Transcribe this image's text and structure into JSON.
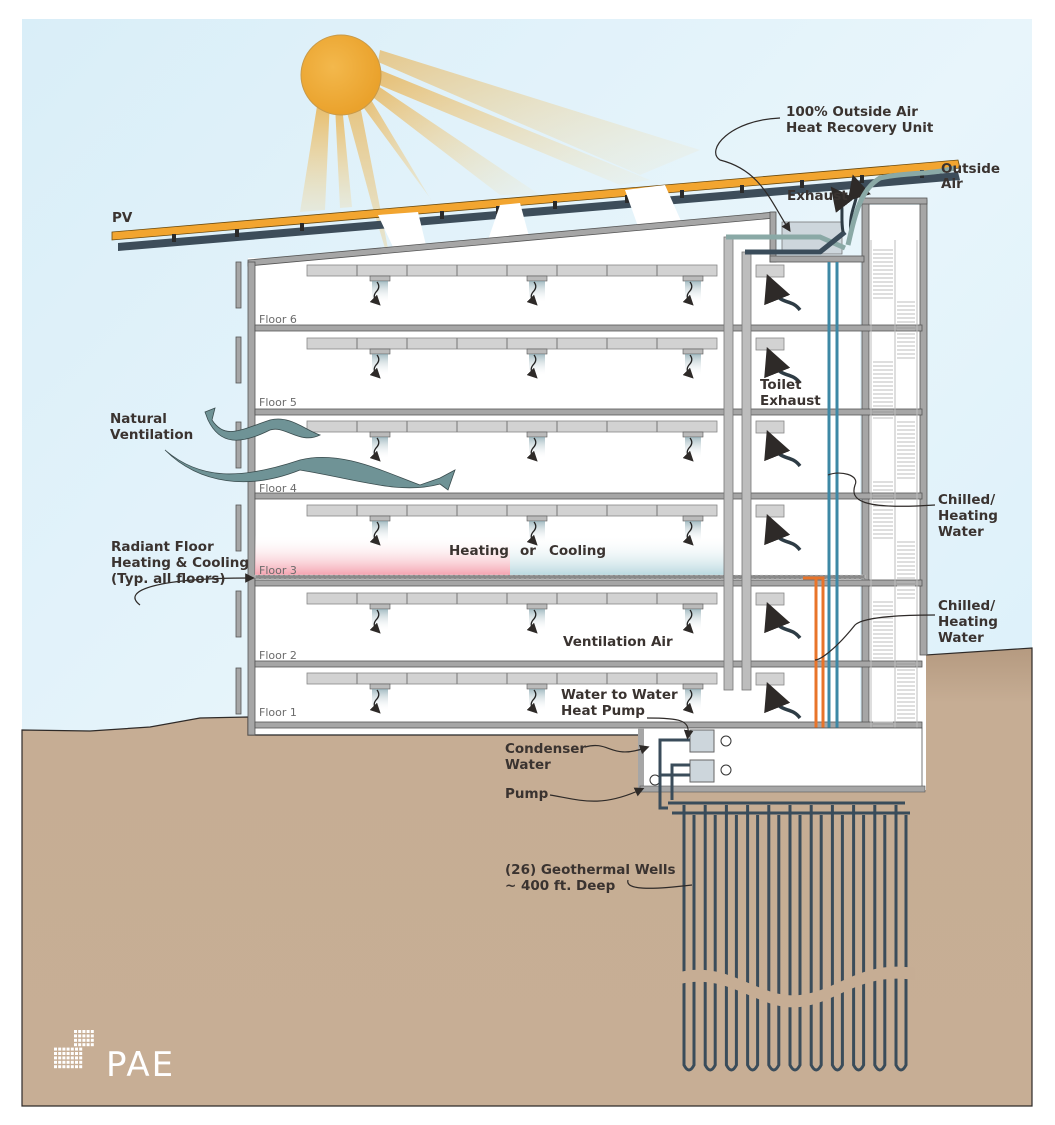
{
  "title": "Building energy systems section diagram",
  "labels": {
    "pv": "PV",
    "hru_line1": "100% Outside Air",
    "hru_line2": "Heat Recovery Unit",
    "outside_air_line1": "Outside",
    "outside_air_line2": "Air",
    "exhaust": "Exhaust",
    "toilet_exhaust_line1": "Toilet",
    "toilet_exhaust_line2": "Exhaust",
    "natural_vent_line1": "Natural",
    "natural_vent_line2": "Ventilation",
    "radiant_line1": "Radiant Floor",
    "radiant_line2": "Heating & Cooling",
    "radiant_line3": "(Typ. all floors)",
    "heating": "Heating",
    "or": "or",
    "cooling": "Cooling",
    "ventilation_air": "Ventilation Air",
    "chw1_line1": "Chilled/",
    "chw1_line2": "Heating",
    "chw1_line3": "Water",
    "chw2_line1": "Chilled/",
    "chw2_line2": "Heating",
    "chw2_line3": "Water",
    "hp_line1": "Water to Water",
    "hp_line2": "Heat Pump",
    "condenser_line1": "Condenser",
    "condenser_line2": "Water",
    "pump": "Pump",
    "wells_line1": "(26) Geothermal Wells",
    "wells_line2": "~ 400 ft. Deep",
    "logo": "PAE"
  },
  "floors": [
    "Floor 6",
    "Floor 5",
    "Floor 4",
    "Floor 3",
    "Floor 2",
    "Floor 1"
  ],
  "colors": {
    "sky": "#e2f3fb",
    "ground": "#c6ad94",
    "ground_dark": "#ad9279",
    "sun": "#efae35",
    "pv_panel": "#f2a530",
    "pv_frame": "#3d4d5a",
    "structure": "#9a9a9a",
    "hot_pipe": "#e8742a",
    "cold_pipe": "#3d88a5",
    "well_pipe": "#3a4c5a",
    "radiant_heat": "#f4a7b3",
    "radiant_cool": "#bcdbe2",
    "airflow": "#6f9396",
    "text": "#3a3330"
  },
  "geothermal": {
    "well_count_label": 26,
    "depth_ft": 400
  }
}
